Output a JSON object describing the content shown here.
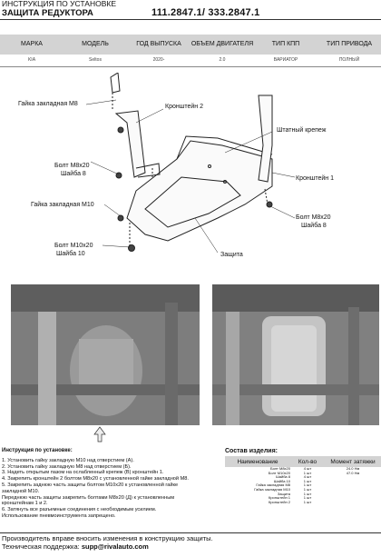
{
  "header": {
    "title": "ИНСТРУКЦИЯ ПО УСТАНОВКЕ",
    "subtitle": "ЗАЩИТА РЕДУКТОРА",
    "codes": "111.2847.1/ 333.2847.1"
  },
  "spec_table": {
    "headers": [
      "МАРКА",
      "МОДЕЛЬ",
      "ГОД ВЫПУСКА",
      "ОБЪЕМ ДВИГАТЕЛЯ",
      "ТИП КПП",
      "ТИП ПРИВОДА"
    ],
    "row": [
      "KIA",
      "Seltos",
      "2020-",
      "2.0",
      "ВАРИАТОР",
      "ПОЛНЫЙ"
    ]
  },
  "diagram_labels": {
    "nut_m8": "Гайка закладная M8",
    "bracket2": "Кронштейн 2",
    "regular_mount": "Штатный крепеж",
    "bolt_m8_left_1": "Болт M8x20",
    "bolt_m8_left_2": "Шайба 8",
    "bracket1": "Кронштейн 1",
    "nut_m10": "Гайка закладная M10",
    "bolt_m8_right_1": "Болт M8x20",
    "bolt_m8_right_2": "Шайба 8",
    "bolt_m10_1": "Болт M10x20",
    "bolt_m10_2": "Шайба 10",
    "guard": "Защита"
  },
  "instructions": {
    "heading": "Инструкция по установке:",
    "lines": [
      "1. Установить гайку закладную M10 над отверстием (A).",
      "2. Установить гайку закладную M8 над отверстием (Б).",
      "3. Надеть открытым пазом на ослабленный крепеж (В) кронштейн 1.",
      "4. Закрепить кронштейн 2 болтом M8x20 с установленной гайке закладной M8.",
      "5. Закрепить заднюю часть защиты болтом M10x20 к установленной гайке",
      "закладной M10.",
      "Переднюю часть защиты закрепить болтами M8x20 (Д) к установленным",
      "кронштейнам 1 и 2.",
      "6. Затянуть все разъемные соединения с необходимым усилием.",
      "Использование пневмоинструмента запрещено."
    ]
  },
  "composition": {
    "title": "Состав изделия:",
    "headers": [
      "Наименование",
      "Кол-во",
      "Момент затяжки"
    ],
    "rows": [
      [
        "Болт M8x20",
        "4 шт",
        "24.0 Нм"
      ],
      [
        "Болт M10x20",
        "1 шт",
        "47.0 Нм"
      ],
      [
        "Шайба 8",
        "4 шт",
        ""
      ],
      [
        "Шайба 10",
        "1 шт",
        ""
      ],
      [
        "Гайка закладная M8",
        "1 шт",
        ""
      ],
      [
        "Гайка закладная M10",
        "1 шт",
        ""
      ],
      [
        "Защита",
        "1 шт",
        ""
      ],
      [
        "Кронштейн 1",
        "1 шт",
        ""
      ],
      [
        "Кронштейн 2",
        "1 шт",
        ""
      ]
    ]
  },
  "footer": {
    "line1": "Производитель вправе вносить изменения в конструкцию защиты.",
    "line2_label": "Техническая поддержка: ",
    "line2_email": "supp@rivalauto.com"
  }
}
